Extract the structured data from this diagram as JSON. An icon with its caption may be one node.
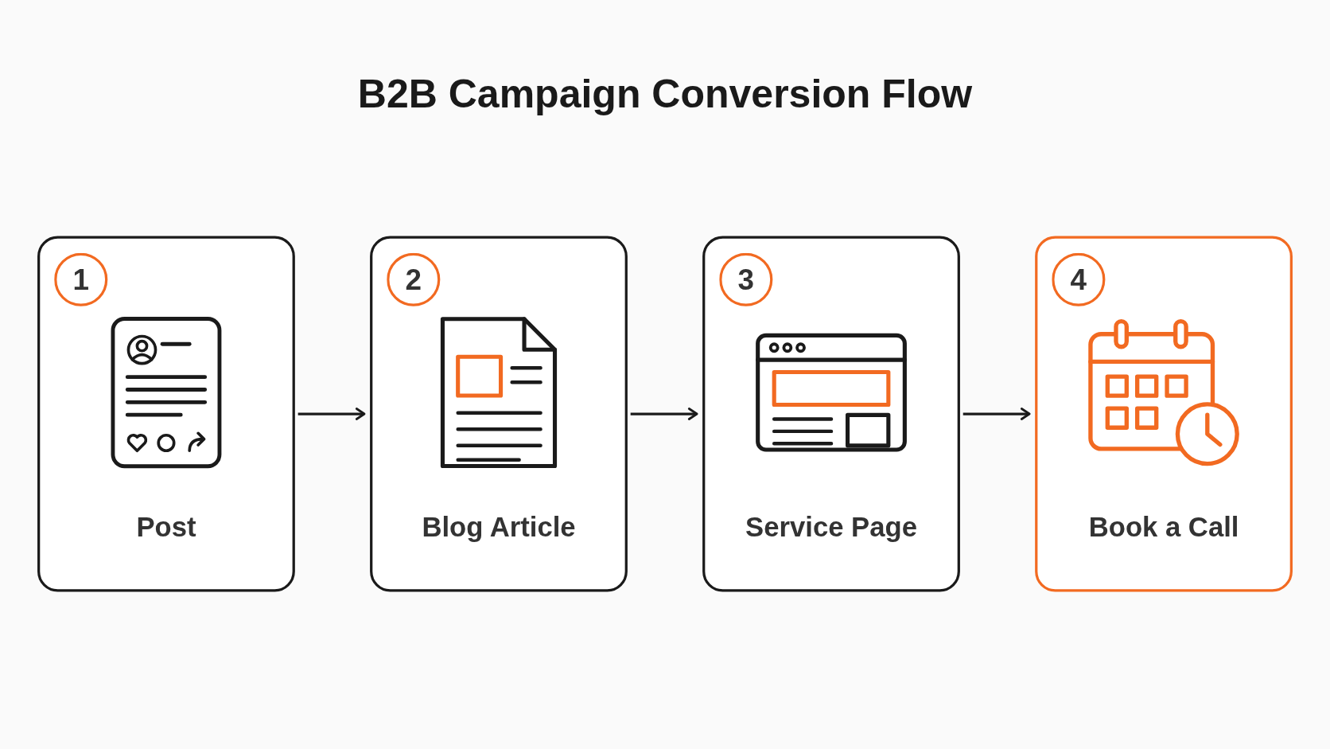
{
  "diagram": {
    "title": "B2B Campaign Conversion Flow",
    "nodes": [
      {
        "text": [
          "1",
          "Post"
        ]
      },
      {
        "text": [
          "2",
          "Blog Article"
        ]
      },
      {
        "text": [
          "3",
          "Service Page"
        ]
      },
      {
        "text": [
          "4",
          "Book a Call"
        ]
      }
    ],
    "edges": [
      {
        "from": 0,
        "to": 1,
        "arrow": "to"
      },
      {
        "from": 1,
        "to": 2,
        "arrow": "to"
      },
      {
        "from": 2,
        "to": 3,
        "arrow": "to"
      }
    ]
  }
}
